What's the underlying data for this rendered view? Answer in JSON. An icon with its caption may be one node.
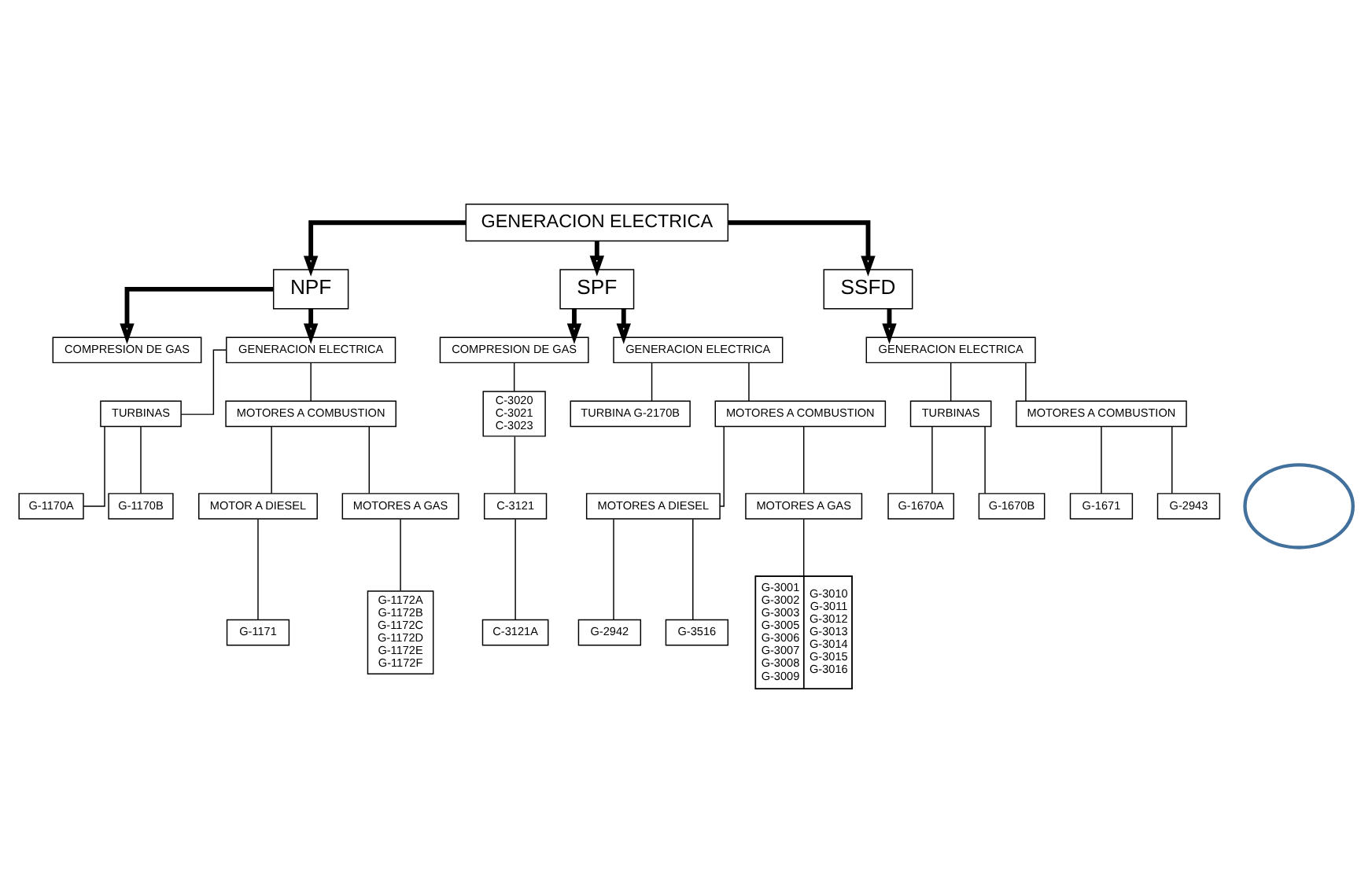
{
  "diagram": {
    "nodes": [
      {
        "text": [
          "GENERACION ELECTRICA"
        ]
      },
      {
        "text": [
          "NPF"
        ]
      },
      {
        "text": [
          "SPF"
        ]
      },
      {
        "text": [
          "SSFD"
        ]
      },
      {
        "text": [
          "COMPRESION DE GAS"
        ]
      },
      {
        "text": [
          "GENERACION ELECTRICA"
        ]
      },
      {
        "text": [
          "TURBINAS"
        ]
      },
      {
        "text": [
          "MOTORES A COMBUSTION"
        ]
      },
      {
        "text": [],
        "shape": "circle"
      },
      {
        "text": [
          "G-1170A"
        ]
      },
      {
        "text": [
          "G-1170B"
        ]
      },
      {
        "text": [
          "MOTOR A DIESEL"
        ]
      },
      {
        "text": [
          "MOTORES A GAS"
        ]
      },
      {
        "text": [
          "G-1171"
        ]
      },
      {
        "text": [
          "G-1172A G-1172B G-1172C G-1172D G-1172E G-1172F"
        ]
      },
      {
        "text": [
          "COMPRESION DE GAS"
        ]
      },
      {
        "text": [
          "C-3020 C-3021 C-3023"
        ]
      },
      {
        "text": [
          "C-3121"
        ]
      },
      {
        "text": [
          "C-3121A"
        ]
      },
      {
        "text": [
          "GENERACION ELECTRICA"
        ]
      },
      {
        "text": [
          "TURBINA G-2170B"
        ]
      },
      {
        "text": [
          "MOTORES A COMBUSTION"
        ]
      },
      {
        "text": [
          "MOTORES A DIESEL"
        ]
      },
      {
        "text": [
          "MOTORES A GAS"
        ]
      },
      {
        "text": [
          "G-2942"
        ]
      },
      {
        "text": [
          "G-3516"
        ]
      },
      {
        "text": [
          "G-3001 G-3002 G-3003 G-3005 G-3006 G-3007 G-3008 G-3009",
          "G-3010 G-3011 G-3012 G-3013 G-3014 G-3015 G-3016"
        ]
      },
      {
        "text": [
          "GENERACION ELECTRICA"
        ]
      },
      {
        "text": [
          "TURBINAS"
        ]
      },
      {
        "text": [
          "MOTORES A COMBUSTION"
        ]
      },
      {
        "text": [
          "G-1670A"
        ]
      },
      {
        "text": [
          "G-1670B"
        ]
      },
      {
        "text": [
          "G-1671"
        ]
      },
      {
        "text": [
          "G-2943"
        ]
      }
    ],
    "edges": [
      {
        "from": 0,
        "to": 1,
        "arrow": "to",
        "style": "thick"
      },
      {
        "from": 0,
        "to": 2,
        "arrow": "to",
        "style": "thick"
      },
      {
        "from": 0,
        "to": 3,
        "arrow": "to",
        "style": "thick"
      },
      {
        "from": 1,
        "to": 4,
        "arrow": "to",
        "style": "thick"
      },
      {
        "from": 1,
        "to": 5,
        "arrow": "to",
        "style": "thick"
      },
      {
        "from": 5,
        "to": 6,
        "arrow": "none"
      },
      {
        "from": 5,
        "to": 7,
        "arrow": "none"
      },
      {
        "from": 6,
        "to": 9,
        "arrow": "none"
      },
      {
        "from": 6,
        "to": 10,
        "arrow": "none"
      },
      {
        "from": 7,
        "to": 11,
        "arrow": "none"
      },
      {
        "from": 7,
        "to": 12,
        "arrow": "none"
      },
      {
        "from": 11,
        "to": 13,
        "arrow": "none"
      },
      {
        "from": 12,
        "to": 14,
        "arrow": "none"
      },
      {
        "from": 2,
        "to": 15,
        "arrow": "to",
        "style": "thick"
      },
      {
        "from": 2,
        "to": 19,
        "arrow": "to",
        "style": "thick"
      },
      {
        "from": 15,
        "to": 16,
        "arrow": "none"
      },
      {
        "from": 16,
        "to": 17,
        "arrow": "none"
      },
      {
        "from": 17,
        "to": 18,
        "arrow": "none"
      },
      {
        "from": 19,
        "to": 20,
        "arrow": "none"
      },
      {
        "from": 19,
        "to": 21,
        "arrow": "none"
      },
      {
        "from": 21,
        "to": 22,
        "arrow": "none"
      },
      {
        "from": 21,
        "to": 23,
        "arrow": "none"
      },
      {
        "from": 22,
        "to": 24,
        "arrow": "none"
      },
      {
        "from": 22,
        "to": 25,
        "arrow": "none"
      },
      {
        "from": 23,
        "to": 26,
        "arrow": "none"
      },
      {
        "from": 3,
        "to": 27,
        "arrow": "to",
        "style": "thick"
      },
      {
        "from": 27,
        "to": 28,
        "arrow": "none"
      },
      {
        "from": 27,
        "to": 29,
        "arrow": "none"
      },
      {
        "from": 28,
        "to": 30,
        "arrow": "none"
      },
      {
        "from": 28,
        "to": 31,
        "arrow": "none"
      },
      {
        "from": 29,
        "to": 32,
        "arrow": "none"
      },
      {
        "from": 29,
        "to": 33,
        "arrow": "none"
      }
    ]
  }
}
